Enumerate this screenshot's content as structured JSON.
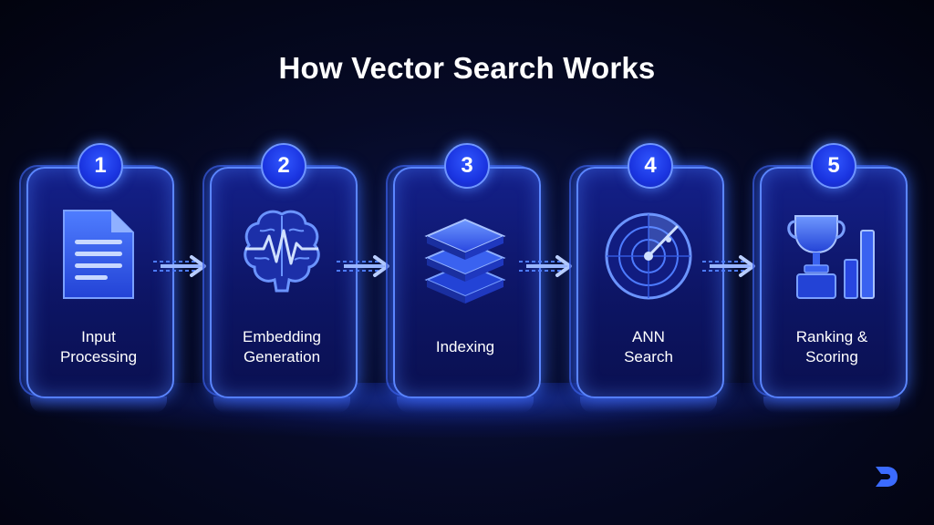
{
  "title": "How Vector Search Works",
  "steps": [
    {
      "number": "1",
      "line1": "Input",
      "line2": "Processing",
      "icon": "document-icon"
    },
    {
      "number": "2",
      "line1": "Embedding",
      "line2": "Generation",
      "icon": "brain-icon"
    },
    {
      "number": "3",
      "line1": "Indexing",
      "line2": "",
      "icon": "stacked-layers-icon"
    },
    {
      "number": "4",
      "line1": "ANN",
      "line2": "Search",
      "icon": "radar-icon"
    },
    {
      "number": "5",
      "line1": "Ranking &",
      "line2": "Scoring",
      "icon": "trophy-chart-icon"
    }
  ],
  "colors": {
    "background": "#050821",
    "accent": "#2b55ff",
    "card_border": "#5b86ff",
    "text": "#ffffff"
  }
}
